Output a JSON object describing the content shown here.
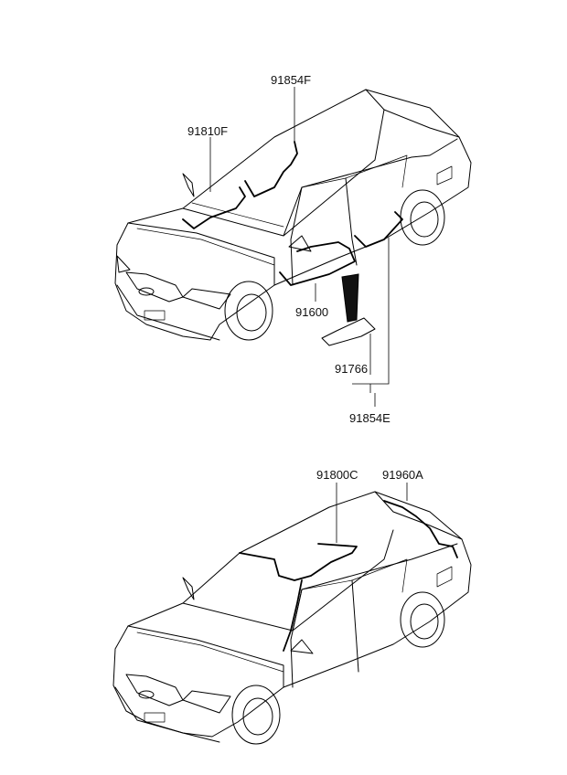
{
  "diagram": {
    "top_car": {
      "labels": [
        {
          "id": "p91854F",
          "text": "91854F"
        },
        {
          "id": "p91810F",
          "text": "91810F"
        },
        {
          "id": "p91600",
          "text": "91600"
        },
        {
          "id": "p91766",
          "text": "91766"
        },
        {
          "id": "p91854E",
          "text": "91854E"
        }
      ]
    },
    "bottom_car": {
      "labels": [
        {
          "id": "p91800C",
          "text": "91800C"
        },
        {
          "id": "p91960A",
          "text": "91960A"
        }
      ]
    }
  }
}
